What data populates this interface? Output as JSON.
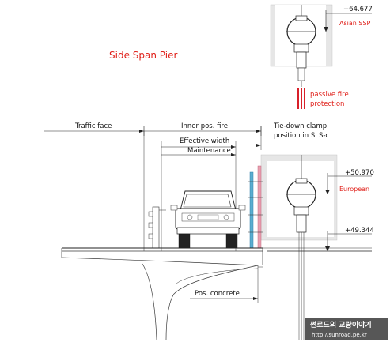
{
  "title": "Side Span Pier",
  "labels": {
    "traffic_face": "Traffic face",
    "inner_pos_fire": "Inner pos. fire",
    "effective_width": "Effective width",
    "maintenance": "Maintenance",
    "tie_down_1": "Tie-down clamp",
    "tie_down_2": "position in SLS-c",
    "pos_concrete": "Pos. concrete",
    "passive_fire_1": "passive fire",
    "passive_fire_2": "protection"
  },
  "levels": {
    "top": "+64.677",
    "mid": "+50.970",
    "low": "+49.344"
  },
  "pipe_labels": {
    "asian": "Asian SSP",
    "european": "European"
  },
  "watermark": {
    "line1": "썬로드의 교량이야기",
    "line2": "http://sunroad.pe.kr"
  },
  "colors": {
    "title": "#e0201a",
    "blue_post": "#5aaed0",
    "pink_post": "#e8a0b0",
    "fire_red": "#d8202a"
  }
}
